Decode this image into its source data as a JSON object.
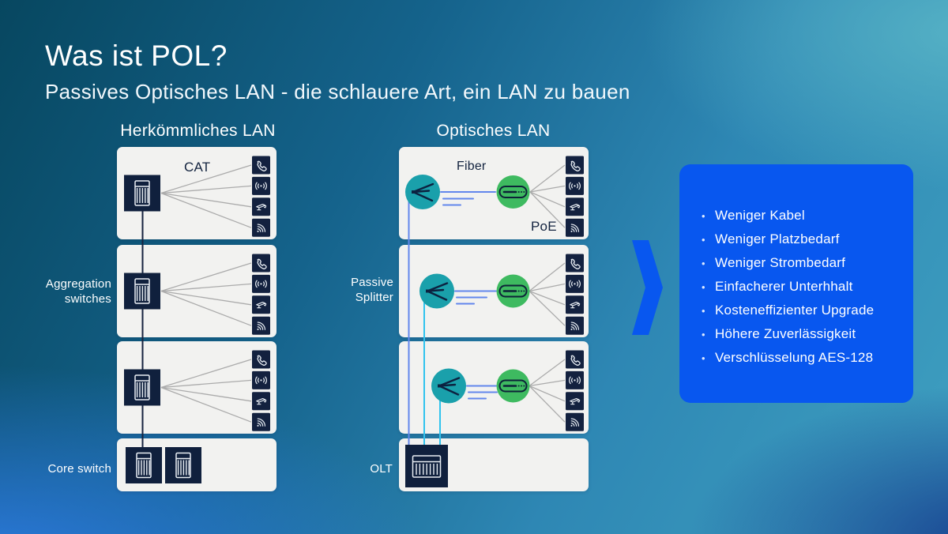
{
  "slide": {
    "title": "Was ist POL?",
    "subtitle": "Passives Optisches LAN - die schlauere Art, ein LAN zu bauen"
  },
  "columns": {
    "traditional": {
      "header": "Herkömmliches LAN",
      "cable_label": "CAT",
      "aggregation_label": "Aggregation switches",
      "core_label": "Core switch"
    },
    "optical": {
      "header": "Optisches LAN",
      "fiber_label": "Fiber",
      "poe_label": "PoE",
      "splitter_label": "Passive Splitter",
      "olt_label": "OLT"
    }
  },
  "benefits": {
    "bullet": "•",
    "items": [
      "Weniger Kabel",
      "Weniger Platzbedarf",
      "Weniger Strombedarf",
      "Einfacherer Unterhhalt",
      "Kosteneffizienter Upgrade",
      "Höhere Zuverlässigkeit",
      "Verschlüsselung AES-128"
    ]
  },
  "icons": {
    "switch": "rack-switch-icon",
    "core_switch": "rack-switch-icon",
    "olt": "olt-rack-icon",
    "splitter": "passive-splitter-icon",
    "ont": "ont-modem-icon",
    "endpoints": [
      "phone-icon",
      "wireless-ap-icon",
      "cctv-camera-icon",
      "wifi-icon"
    ],
    "arrow": "chevron-right-icon"
  },
  "colors": {
    "panel_blue": "#0857ef",
    "teal_circle": "#1aa0ab",
    "green_circle": "#3eba60",
    "navy_icon": "#10203d",
    "fiber_blue": "#6287ec",
    "fiber_cyan": "#30c3ee",
    "copper_gray": "#ababab",
    "box_white": "#f2f2f0"
  }
}
